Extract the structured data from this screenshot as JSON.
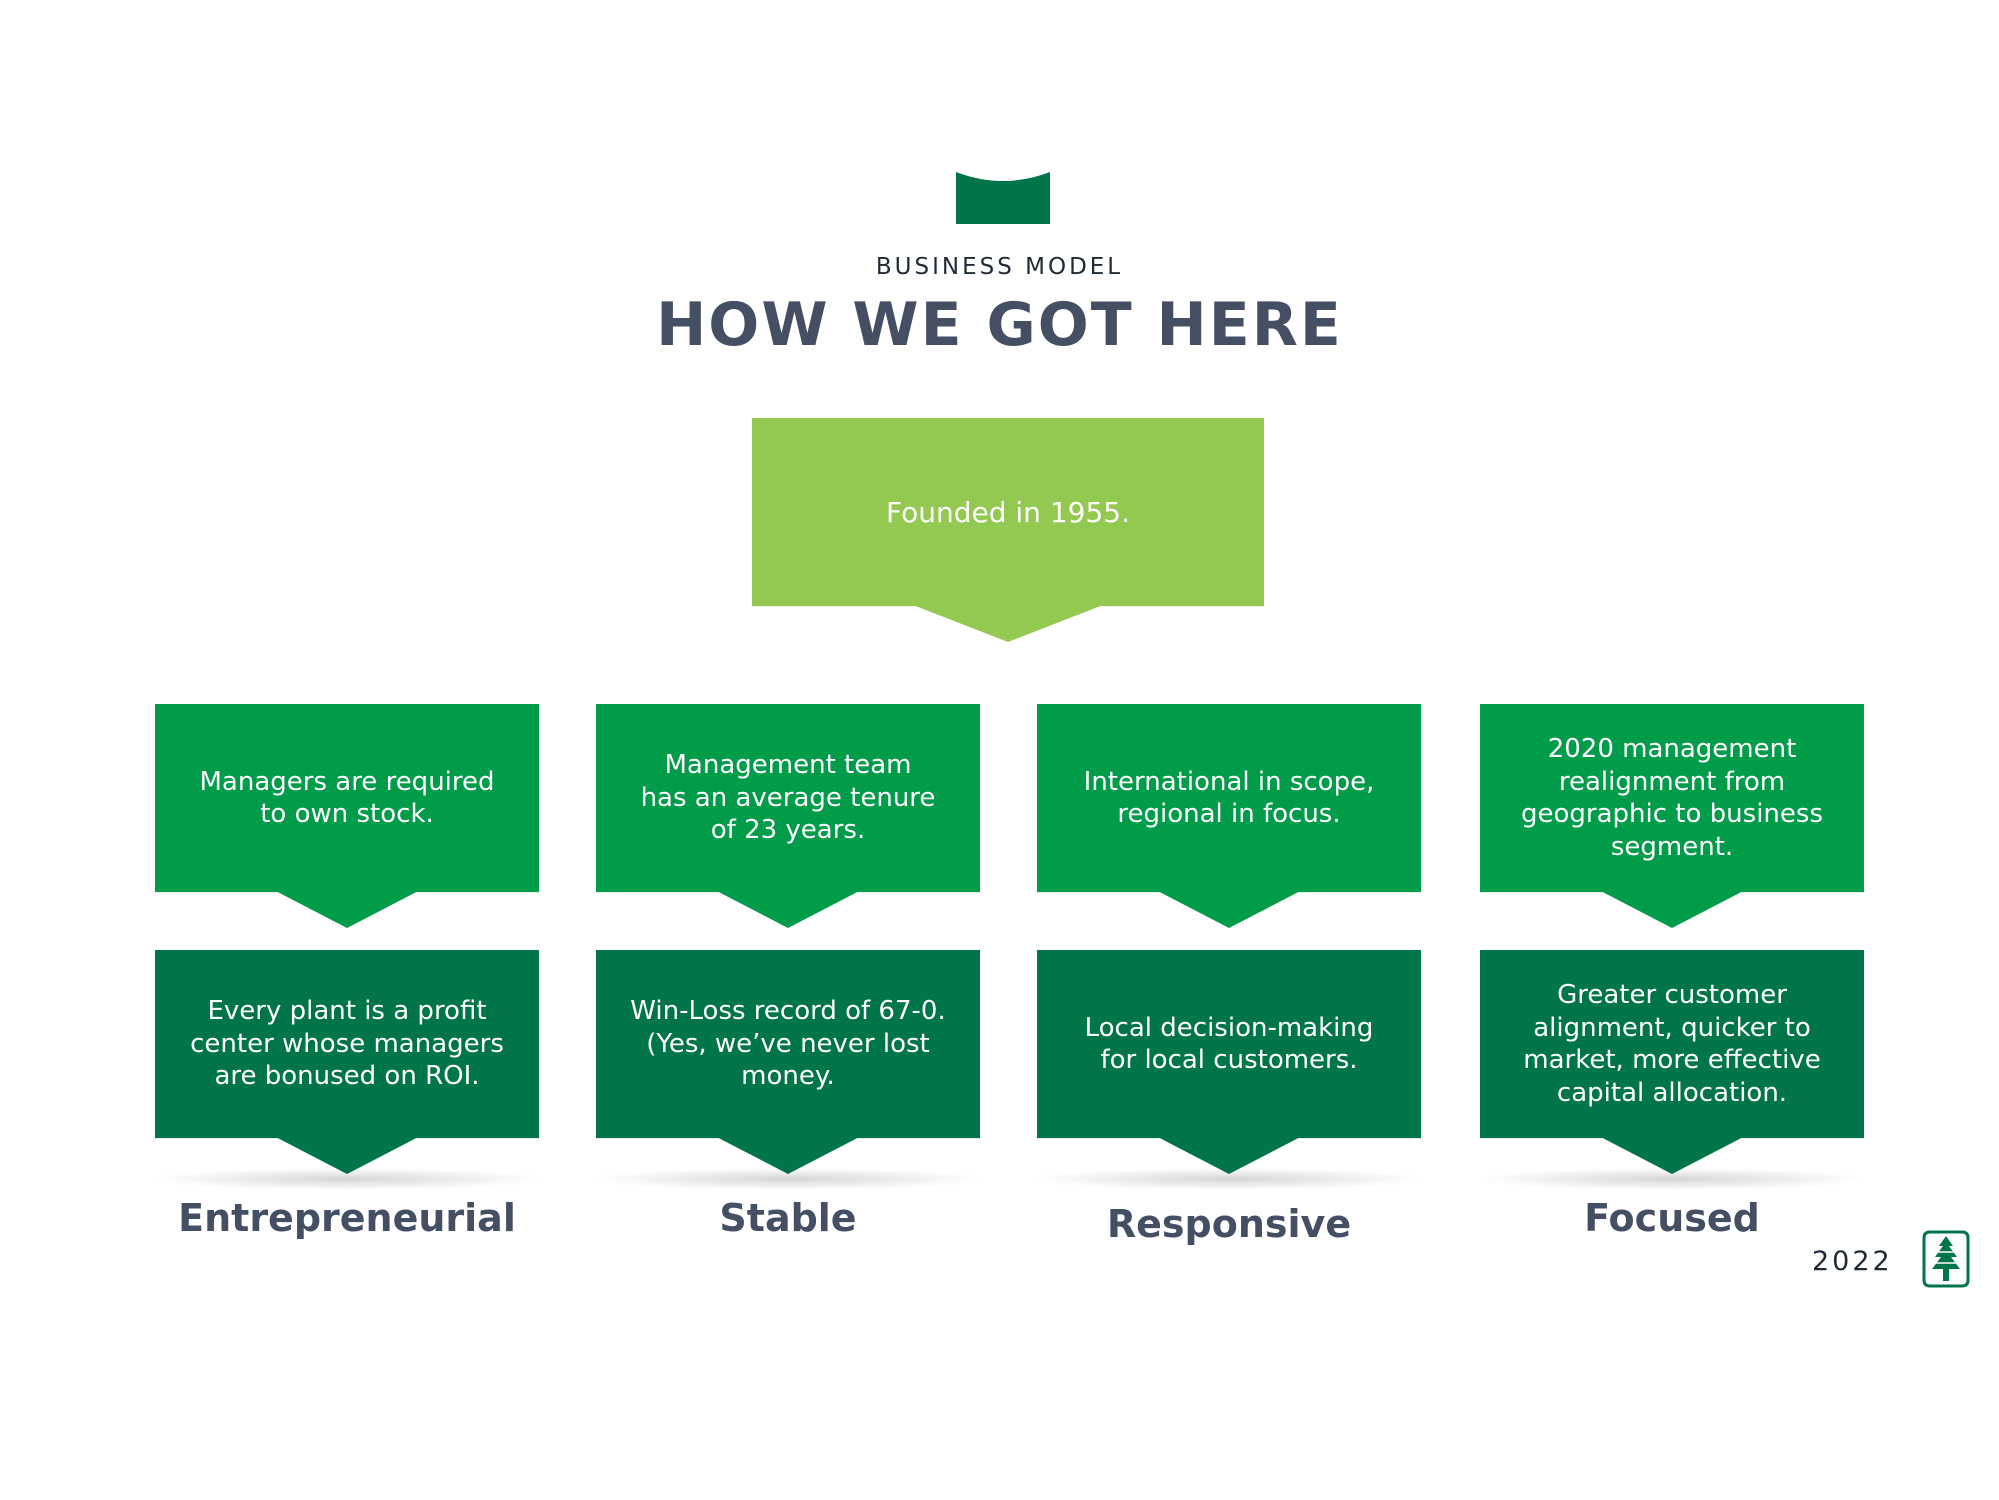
{
  "header": {
    "eyebrow": "BUSINESS MODEL",
    "title": "HOW WE GOT HERE"
  },
  "root": {
    "text": "Founded in 1955."
  },
  "columns": [
    {
      "top_text": "Managers are required to own stock.",
      "bottom_text": "Every plant is a profit center whose managers are bonused on ROI.",
      "trait": "Entrepreneurial"
    },
    {
      "top_text": "Management team has an average tenure of 23 years.",
      "bottom_text": "Win-Loss record of 67-0. (Yes, we’ve never lost money.",
      "trait": "Stable"
    },
    {
      "top_text": "International in scope, regional in focus.",
      "bottom_text": "Local decision-making for local customers.",
      "trait": "Responsive"
    },
    {
      "top_text": "2020 management realignment from geographic to business segment.",
      "bottom_text": "Greater customer alignment, quicker to market, more effective capital allocation.",
      "trait": "Focused"
    }
  ],
  "footer": {
    "year": "2022",
    "logo_icon": "evergreen-tree-icon"
  },
  "colors": {
    "light_green": "#93c950",
    "mid_green": "#009c4a",
    "dark_green": "#00754a",
    "title_slate": "#444f63"
  }
}
